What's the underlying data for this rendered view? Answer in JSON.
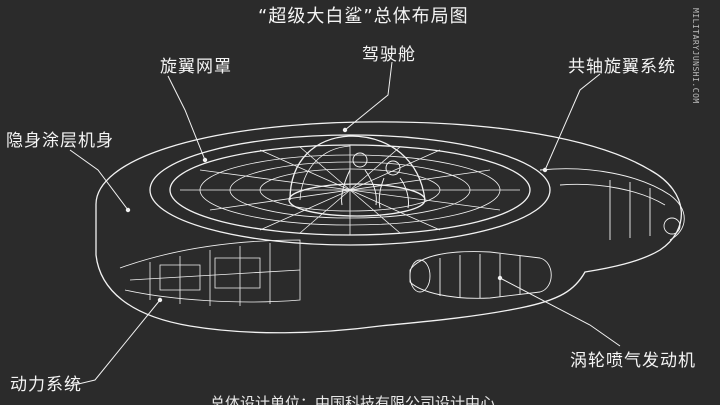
{
  "diagram": {
    "title": "“超级大白鲨”总体布局图",
    "watermark": "MILITARYJUNSHI.COM",
    "labels": {
      "rotor_net": "旋翼网罩",
      "cockpit": "驾驶舱",
      "coaxial_rotor": "共轴旋翼系统",
      "stealth_body": "隐身涂层机身",
      "turbojet": "涡轮喷气发动机",
      "power_system": "动力系统"
    },
    "caption": "总体设计单位：中国科技有限公司设计中心",
    "colors": {
      "background": "#2b2b2b",
      "line": "#f2f2f2"
    }
  }
}
